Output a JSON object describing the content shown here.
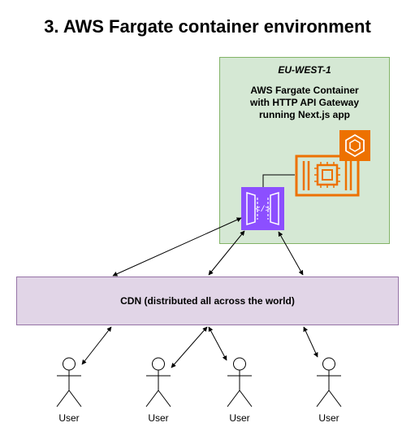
{
  "title": "3. AWS Fargate container environment",
  "region": {
    "label": "EU-WEST-1",
    "description": "AWS Fargate Container\nwith HTTP API Gateway\nrunning Next.js app"
  },
  "cdn": {
    "label": "CDN (distributed all across the world)"
  },
  "users": [
    {
      "label": "User"
    },
    {
      "label": "User"
    },
    {
      "label": "User"
    },
    {
      "label": "User"
    }
  ],
  "icons": {
    "api_gateway": "api-gateway-icon",
    "fargate_chip": "fargate-container-icon",
    "ecs": "ecs-icon"
  },
  "colors": {
    "region_fill": "#d5e8d4",
    "region_border": "#82b366",
    "cdn_fill": "#e1d5e7",
    "cdn_border": "#9673a6",
    "api_gateway": "#8c4fff",
    "fargate": "#ed7100"
  }
}
